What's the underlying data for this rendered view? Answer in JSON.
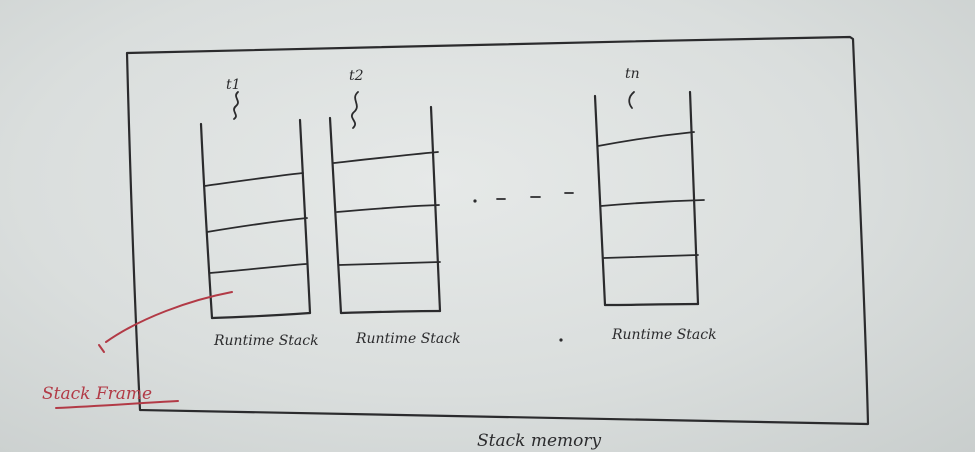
{
  "diagram": {
    "container_label": "Stack memory",
    "stacks": [
      {
        "thread": "t1",
        "label": "Runtime Stack"
      },
      {
        "thread": "t2",
        "label": "Runtime Stack"
      },
      {
        "thread": "tn",
        "label": "Runtime Stack"
      }
    ],
    "annotation": "Stack Frame",
    "ink_color": "#2b2b2d",
    "annotation_color": "#b23a46"
  }
}
